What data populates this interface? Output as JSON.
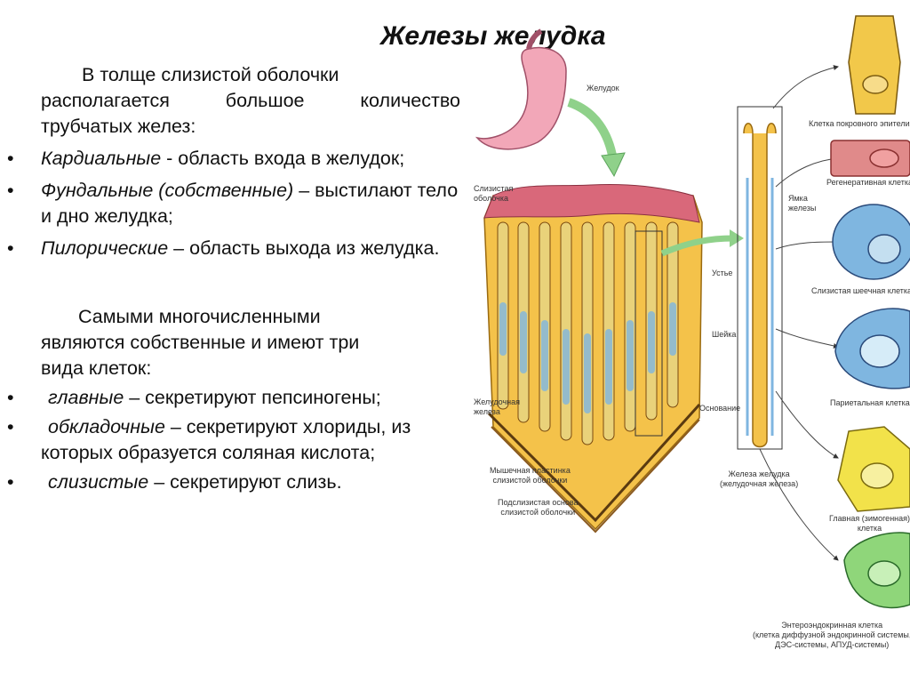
{
  "title": "Железы желудка",
  "intro": {
    "line1": "В толще слизистой оболочки",
    "line2": "располагается большое количество",
    "line3": "трубчатых желез:"
  },
  "gland_types": [
    {
      "name": "Кардиальные",
      "desc": " - область входа в желудок;"
    },
    {
      "name": "Фундальные (собственные)",
      "desc": " – выстилают тело и дно желудка;"
    },
    {
      "name": "Пилорические",
      "desc": " – область выхода из желудка."
    }
  ],
  "cells_intro": {
    "line1": "Самыми многочисленными",
    "line2": "являются собственные и имеют три",
    "line3": "вида клеток:"
  },
  "cell_types": [
    {
      "name": "главные",
      "desc": " – секретируют пепсиногены;"
    },
    {
      "name": "обкладочные",
      "desc": " – секретируют хлориды, из которых образуется соляная кислота;"
    },
    {
      "name": "слизистые",
      "desc": " – секретируют слизь."
    }
  ],
  "diagram_labels": {
    "stomach": "Желудок",
    "mucosa": "Слизистая\nоболочка",
    "gastric_gland": "Желудочная\nжелеза",
    "muscularis": "Мышечная пластинка\nслизистой оболочки",
    "submucosa": "Подслизистая основа\nслизистой оболочки",
    "pit": "Ямка\nжелезы",
    "mouth": "Устье",
    "neck": "Шейка",
    "base": "Основание",
    "gland_caption": "Железа желудка\n(желудочная железа)",
    "cells": [
      "Клетка покровного эпителия",
      "Регенеративная клетка",
      "Слизистая шеечная клетка",
      "Париетальная клетка",
      "Главная (зимогенная)\nклетка",
      "Энтероэндокринная клетка\n(клетка диффузной эндокринной системы,\nДЭС-системы, АПУД-системы)"
    ]
  },
  "colors": {
    "stomach": "#f2a7b8",
    "tissue": "#f4c24a",
    "mucosa_top": "#d9687a",
    "arrow": "#8fd18a",
    "cell_blue": "#7fb6e0",
    "cell_yellow": "#f2e24a",
    "cell_green": "#8fd67a",
    "cell_pink": "#e08a8a"
  }
}
